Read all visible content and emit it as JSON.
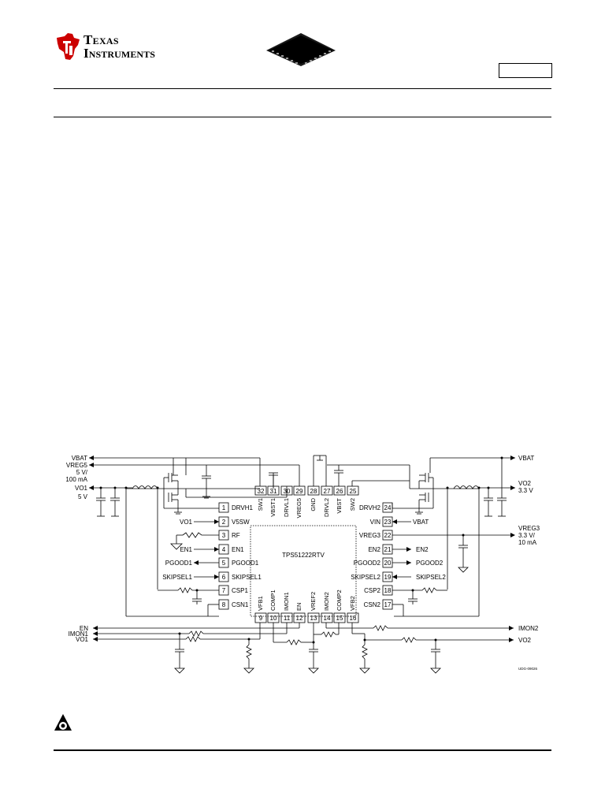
{
  "header": {
    "brand_line1": "Texas",
    "brand_line2": "Instruments"
  },
  "schematic": {
    "chip_name": "TPS51222RTV",
    "drawing_id": "UDG-09026",
    "left_pins": [
      {
        "num": "1",
        "name": "DRVH1"
      },
      {
        "num": "2",
        "name": "V5SW"
      },
      {
        "num": "3",
        "name": "RF"
      },
      {
        "num": "4",
        "name": "EN1"
      },
      {
        "num": "5",
        "name": "PGOOD1"
      },
      {
        "num": "6",
        "name": "SKIPSEL1"
      },
      {
        "num": "7",
        "name": "CSP1"
      },
      {
        "num": "8",
        "name": "CSN1"
      }
    ],
    "right_pins": [
      {
        "num": "24",
        "name": "DRVH2"
      },
      {
        "num": "23",
        "name": "VIN"
      },
      {
        "num": "22",
        "name": "VREG3"
      },
      {
        "num": "21",
        "name": "EN2"
      },
      {
        "num": "20",
        "name": "PGOOD2"
      },
      {
        "num": "19",
        "name": "SKIPSEL2"
      },
      {
        "num": "18",
        "name": "CSP2"
      },
      {
        "num": "17",
        "name": "CSN2"
      }
    ],
    "top_pins": [
      {
        "num": "32",
        "name": "SW1"
      },
      {
        "num": "31",
        "name": "VBST1"
      },
      {
        "num": "30",
        "name": "DRVL1"
      },
      {
        "num": "29",
        "name": "VREG5"
      },
      {
        "num": "28",
        "name": "GND"
      },
      {
        "num": "27",
        "name": "DRVL2"
      },
      {
        "num": "26",
        "name": "VBST"
      },
      {
        "num": "25",
        "name": "SW2"
      }
    ],
    "bottom_pins": [
      {
        "num": "9",
        "name": "VFB1"
      },
      {
        "num": "10",
        "name": "COMP1"
      },
      {
        "num": "11",
        "name": "IMON1"
      },
      {
        "num": "12",
        "name": "EN"
      },
      {
        "num": "13",
        "name": "VREF2"
      },
      {
        "num": "14",
        "name": "IMON2"
      },
      {
        "num": "15",
        "name": "COMP2"
      },
      {
        "num": "16",
        "name": "VFB2"
      }
    ],
    "left_signals": {
      "vbat": "VBAT",
      "vreg5": "VREG5",
      "vreg5_v": "5 V/",
      "vreg5_i": "100 mA",
      "vo1": "VO1",
      "vo1_v": "5 V",
      "vo1_in": "VO1",
      "en1": "EN1",
      "pgood1": "PGOOD1",
      "skipsel1": "SKIPSEL1"
    },
    "right_signals": {
      "vbat": "VBAT",
      "vo2": "VO2",
      "vo2_v": "3.3 V",
      "vbat_in": "VBAT",
      "vreg3": "VREG3",
      "vreg3_v": "3.3 V/",
      "vreg3_i": "10 mA",
      "en2": "EN2",
      "pgood2": "PGOOD2",
      "skipsel2": "SKIPSEL2"
    },
    "bottom_signals": {
      "en": "EN",
      "imon1": "IMON1",
      "vo1": "VO1",
      "imon2": "IMON2",
      "vo2": "VO2"
    }
  }
}
